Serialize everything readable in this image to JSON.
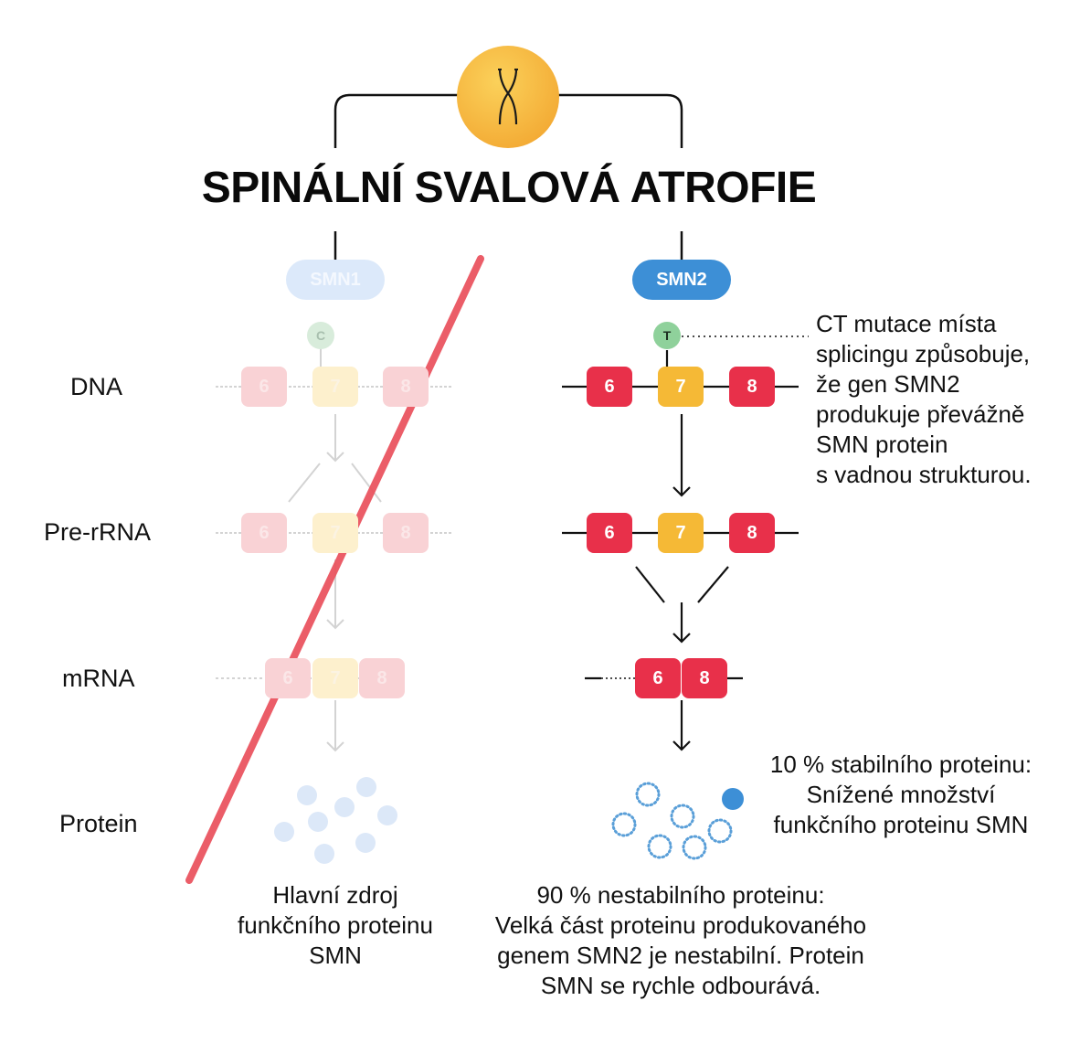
{
  "title": "SPINÁLNÍ SVALOVÁ ATROFIE",
  "genes": {
    "smn1": "SMN1",
    "smn2": "SMN2"
  },
  "row_labels": {
    "dna": "DNA",
    "pre_rna": "Pre-rRNA",
    "mrna": "mRNA",
    "protein": "Protein"
  },
  "nucleotides": {
    "left": "C",
    "right": "T"
  },
  "exons": {
    "e6": "6",
    "e7": "7",
    "e8": "8"
  },
  "notes": {
    "mutation": "CT mutace místa splicingu způsobuje, že gen SMN2 produkuje převážně SMN protein s vadnou strukturou.",
    "mutation_lines": [
      "CT mutace místa",
      "splicingu způsobuje,",
      "že gen SMN2",
      "produkuje převážně",
      "SMN protein",
      "s vadnou strukturou."
    ],
    "stable_lines": [
      "10 % stabilního proteinu:",
      "Snížené množství",
      "funkčního proteinu SMN"
    ],
    "smn1_lines": [
      "Hlavní zdroj",
      "funkčního proteinu",
      "SMN"
    ],
    "unstable_lines": [
      "90 % nestabilního proteinu:",
      "Velká část proteinu produkovaného",
      "genem SMN2 je nestabilní. Protein",
      "SMN se rychle odbourává."
    ]
  },
  "colors": {
    "exon_red": "#e8304a",
    "exon_yellow": "#f5b936",
    "smn2_blue": "#3d8fd6",
    "smn1_faded": "#dce9fa",
    "strike_red": "#ea5560",
    "chromosome_orange": "#f6b93b"
  },
  "icons": {
    "chromosome": "chromosome-icon"
  }
}
